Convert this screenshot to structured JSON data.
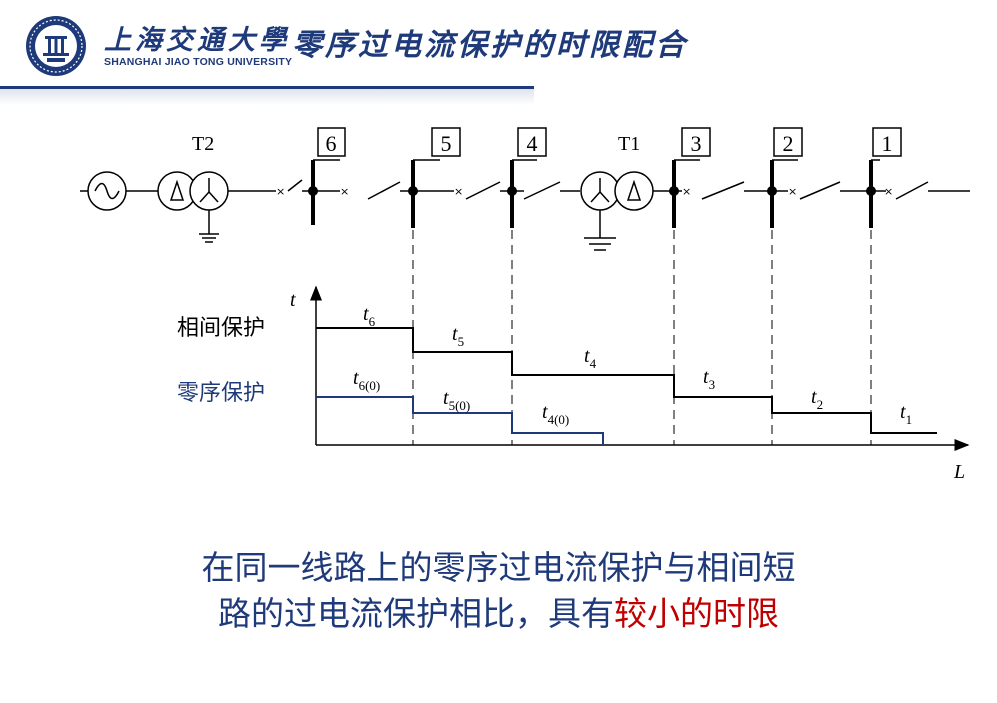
{
  "header": {
    "university_name_cn": "上海交通大學",
    "university_name_en": "SHANGHAI JIAO TONG UNIVERSITY",
    "title": "零序过电流保护的时限配合"
  },
  "diagram": {
    "transformers": [
      "T2",
      "T1"
    ],
    "protection_boxes": [
      "6",
      "5",
      "4",
      "3",
      "2",
      "1"
    ],
    "axis_y_label": "t",
    "axis_x_label": "L",
    "phase_protection_label": "相间保护",
    "zero_sequence_label": "零序保护",
    "phase_times": [
      {
        "t": "t",
        "sub": "6"
      },
      {
        "t": "t",
        "sub": "5"
      },
      {
        "t": "t",
        "sub": "4"
      },
      {
        "t": "t",
        "sub": "3"
      },
      {
        "t": "t",
        "sub": "2"
      },
      {
        "t": "t",
        "sub": "1"
      }
    ],
    "zero_seq_times": [
      {
        "t": "t",
        "sub": "6(0)"
      },
      {
        "t": "t",
        "sub": "5(0)"
      },
      {
        "t": "t",
        "sub": "4(0)"
      }
    ],
    "colors": {
      "phase": "#000000",
      "zero_seq": "#1f3a7a"
    }
  },
  "caption": {
    "line1": "在同一线路上的零序过电流保护与相间短",
    "line2_prefix": "路的过电流保护相比，具有",
    "line2_highlight": "较小的时限",
    "highlight_color": "#c00000"
  }
}
